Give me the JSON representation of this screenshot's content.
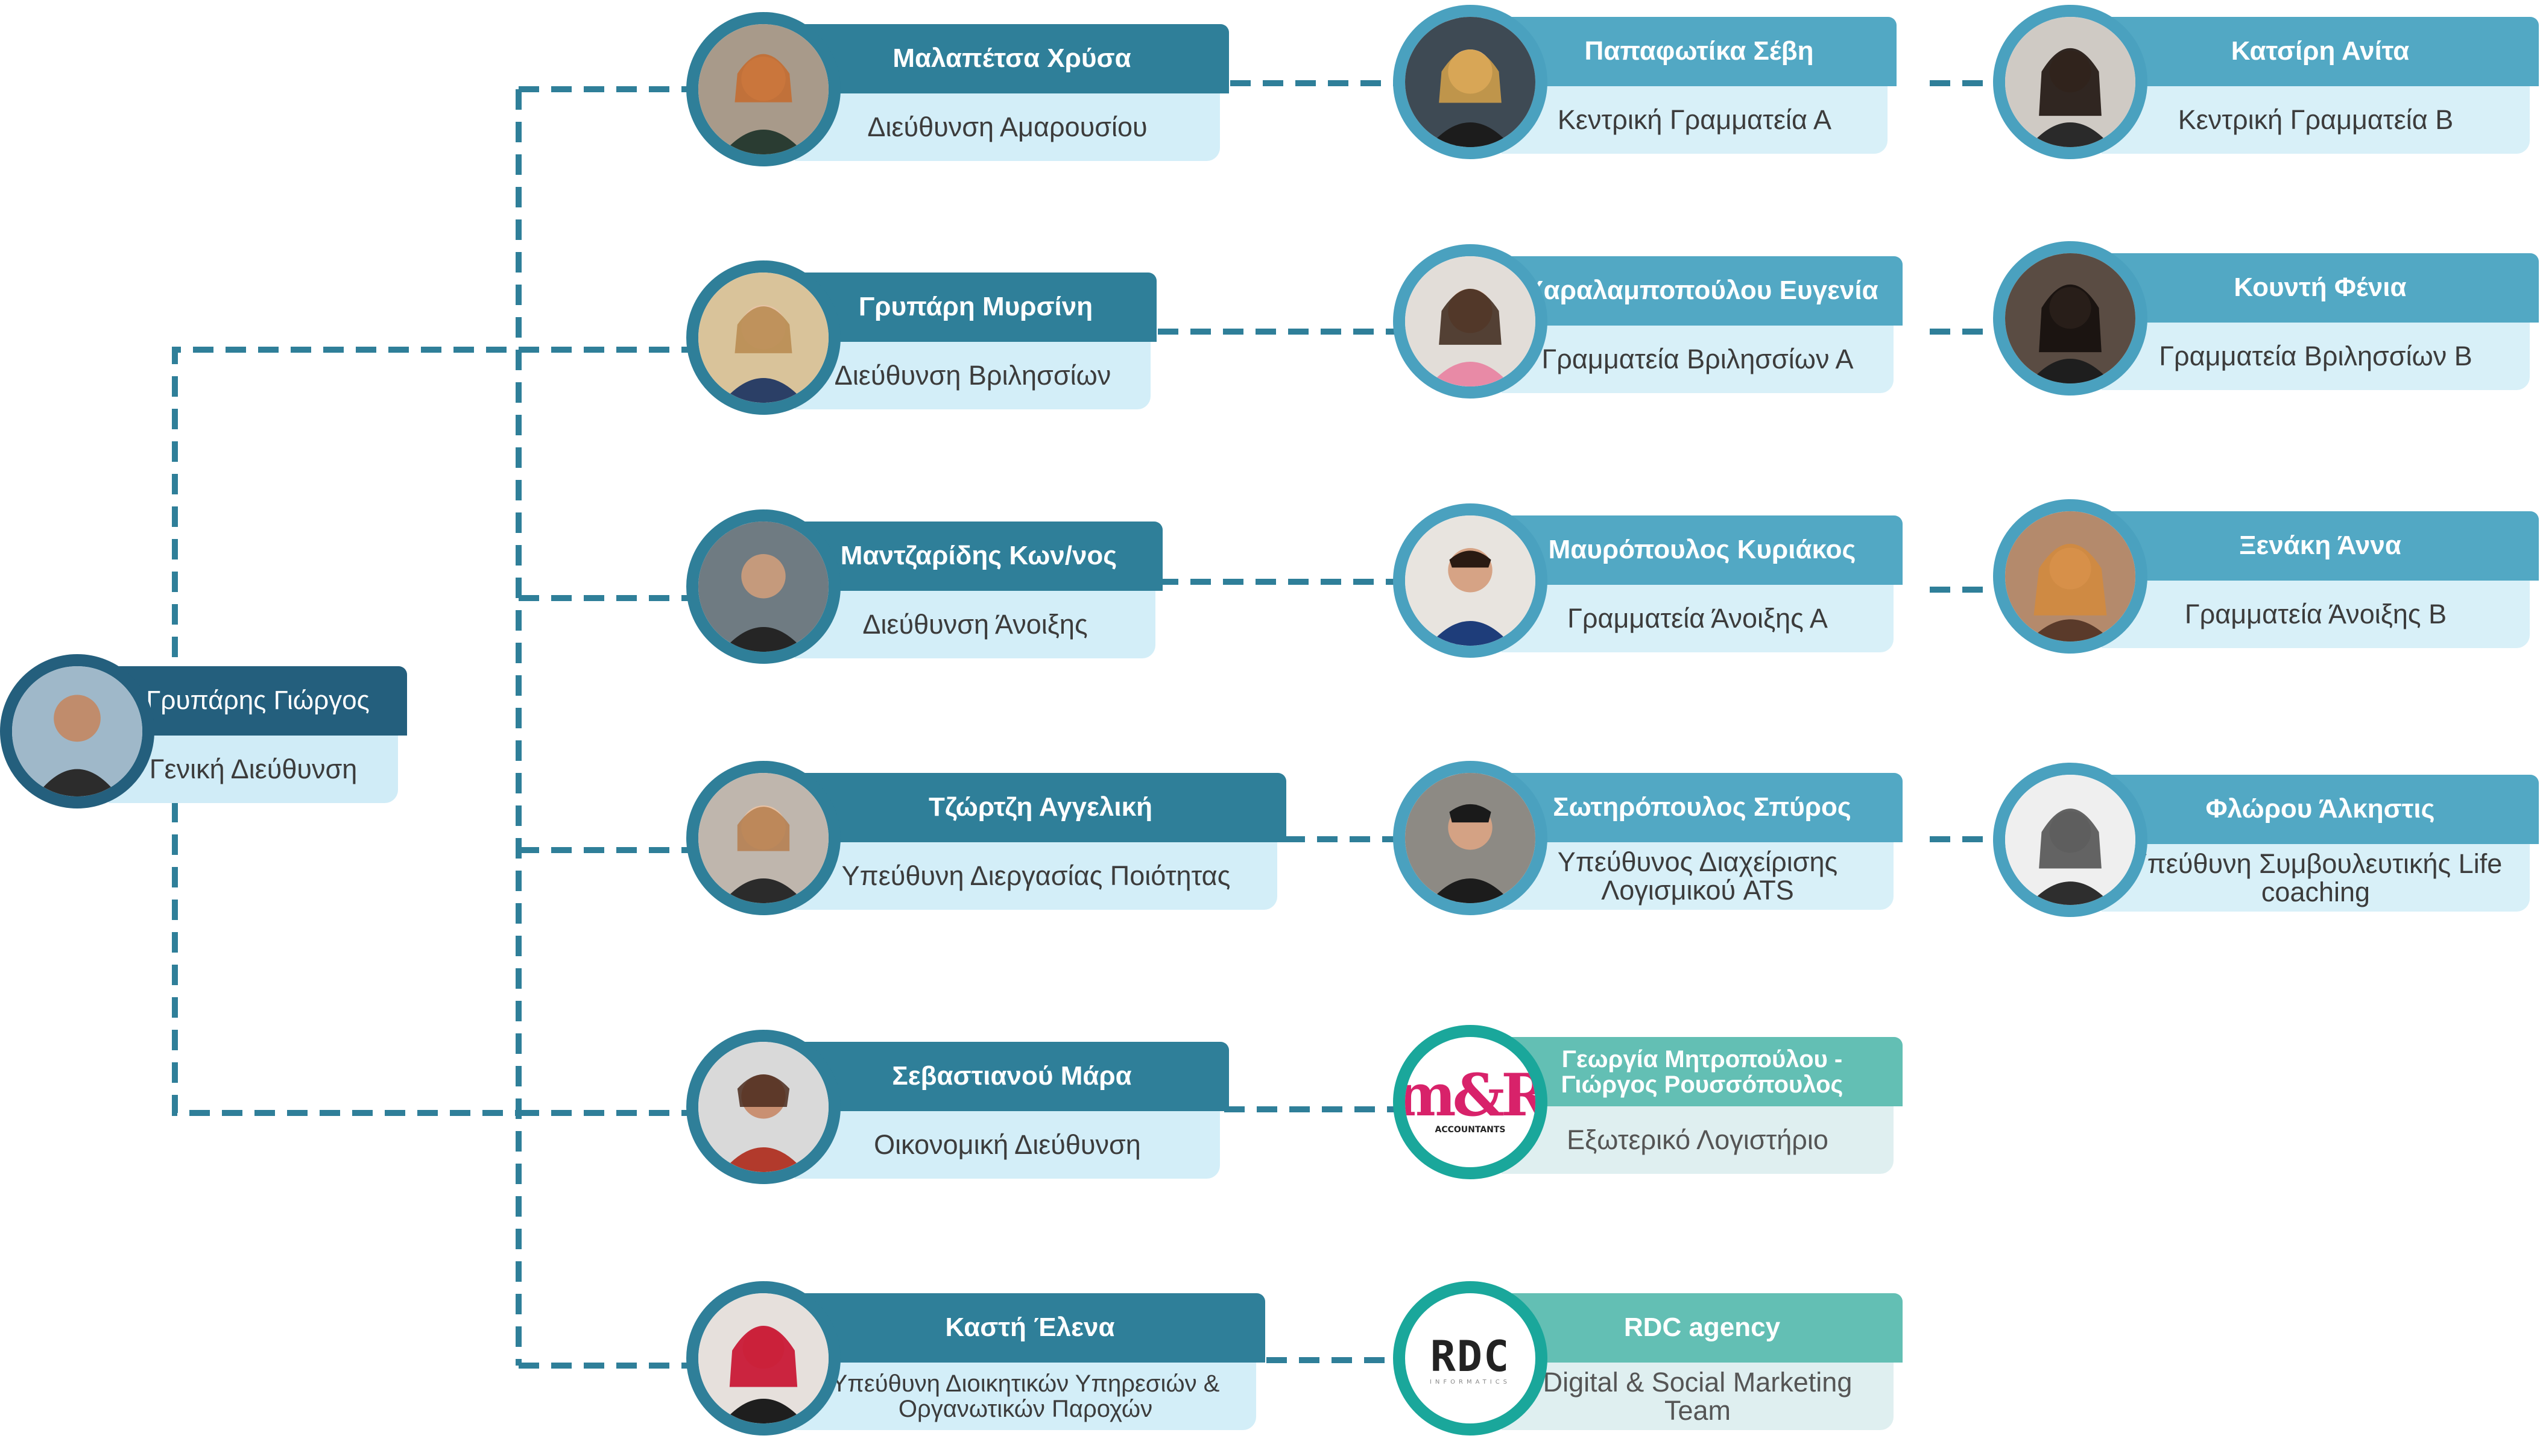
{
  "colors": {
    "connector": "#2f7f99",
    "dark_header": "#2f7f99",
    "light_header": "#52a8c4",
    "teal_header": "#63bfb4",
    "root_header": "#245f7d"
  },
  "root": {
    "name": "Γρυπάρης Γιώργος",
    "role": "Γενική Διεύθυνση"
  },
  "managers": [
    {
      "name": "Μαλαπέτσα Χρύσα",
      "role": "Διεύθυνση Αμαρουσίου"
    },
    {
      "name": "Γρυπάρη Μυρσίνη",
      "role": "Διεύθυνση Βριλησσίων"
    },
    {
      "name": "Μαντζαρίδης Κων/νος",
      "role": "Διεύθυνση Άνοιξης"
    },
    {
      "name": "Τζώρτζη Αγγελική",
      "role": "Υπεύθυνη  Διεργασίας Ποιότητας"
    },
    {
      "name": "Σεβαστιανού Μάρα",
      "role": "Οικονομική Διεύθυνση"
    },
    {
      "name": "Καστή Έλενα",
      "role": "Υπεύθυνη Διοικητικών Υπηρεσιών & Οργανωτικών Παροχών"
    }
  ],
  "staff_a": [
    {
      "name": "Παπαφωτίκα Σέβη",
      "role": "Κεντρική Γραμματεία Α"
    },
    {
      "name": "Χαραλαμποπούλου Ευγενία",
      "role": "Γραμματεία Βριλησσίων Α"
    },
    {
      "name": "Μαυρόπουλος Κυριάκος",
      "role": "Γραμματεία Άνοιξης Α"
    },
    {
      "name": "Σωτηρόπουλος Σπύρος",
      "role": "Υπεύθυνος Διαχείρισης Λογισμικού ATS"
    },
    {
      "name": "Γεωργία Μητροπούλου - Γιώργος Ρουσσόπουλος",
      "role": "Εξωτερικό Λογιστήριο",
      "logo_top": "m&R",
      "logo_bottom": "ACCOUNTANTS"
    },
    {
      "name": "RDC agency",
      "role": "Digital & Social Marketing Team",
      "logo_top": "RDC"
    }
  ],
  "staff_b": [
    {
      "name": "Κατσίρη Ανίτα",
      "role": "Κεντρική Γραμματεία Β"
    },
    {
      "name": "Κουντή Φένια",
      "role": "Γραμματεία Βριλησσίων Β"
    },
    {
      "name": "Ξενάκη Άννα",
      "role": "Γραμματεία Άνοιξης Β"
    },
    {
      "name": "Φλώρου Άλκηστις",
      "role": "Υπεύθυνη Συμβουλευτικής Life coaching"
    }
  ]
}
